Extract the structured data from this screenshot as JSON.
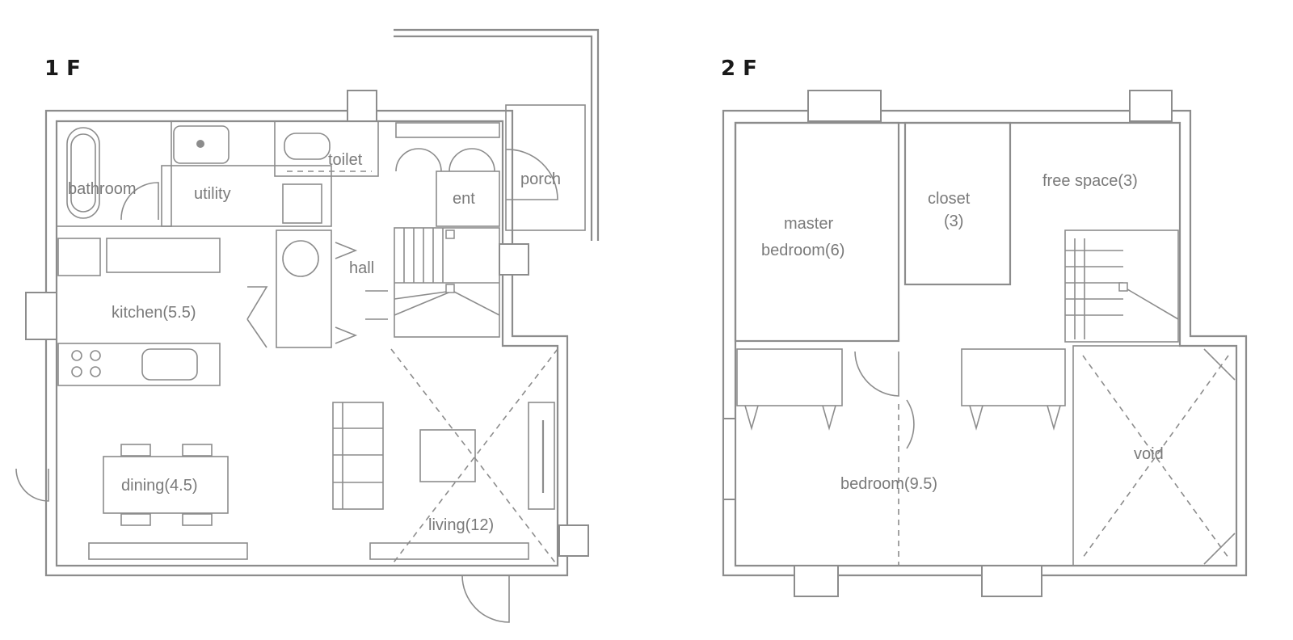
{
  "floors": [
    {
      "label": "1 F",
      "rooms": {
        "bathroom": "bathroom",
        "utility": "utility",
        "toilet": "toilet",
        "ent": "ent",
        "porch": "porch",
        "hall": "hall",
        "kitchen": "kitchen(5.5)",
        "dining": "dining(4.5)",
        "living": "living(12)"
      }
    },
    {
      "label": "2 F",
      "rooms": {
        "master_line1": "master",
        "master_line2": "bedroom(6)",
        "closet_line1": "closet",
        "closet_line2": "(3)",
        "free_space": "free space(3)",
        "bedroom": "bedroom(9.5)",
        "void": "void"
      }
    }
  ],
  "colors": {
    "line": "#8c8c8c",
    "label": "#7a7a7a",
    "floor_label": "#1a1a1a",
    "background": "#ffffff"
  }
}
